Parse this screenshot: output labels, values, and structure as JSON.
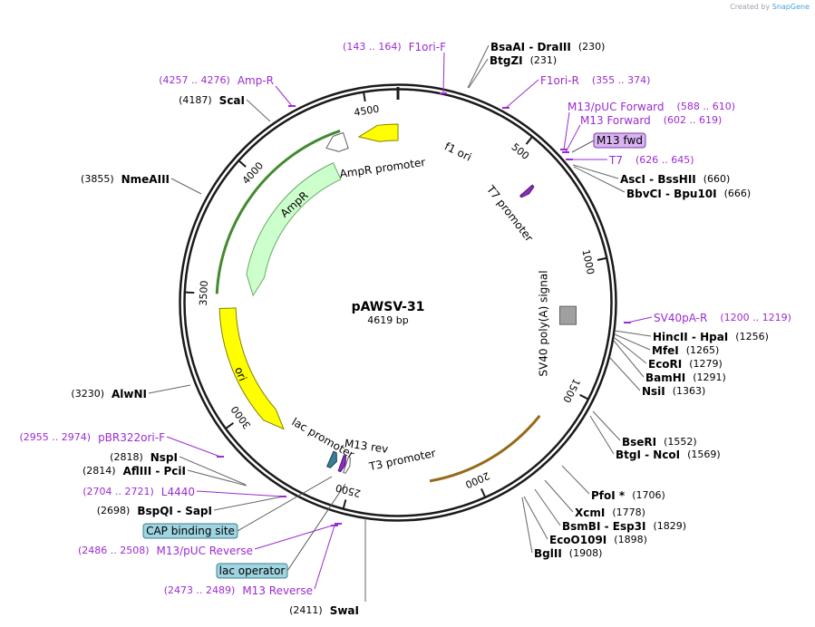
{
  "credit": {
    "prefix": "Created by",
    "brand": "SnapGene"
  },
  "plasmid": {
    "name": "pAWSV-31",
    "length_label": "4619 bp",
    "length": 4619
  },
  "ticks": [
    {
      "pos": 500,
      "label": "500"
    },
    {
      "pos": 1000,
      "label": "1000"
    },
    {
      "pos": 1500,
      "label": "1500"
    },
    {
      "pos": 2000,
      "label": "2000"
    },
    {
      "pos": 2500,
      "label": "2500"
    },
    {
      "pos": 3000,
      "label": "3000"
    },
    {
      "pos": 3500,
      "label": "3500"
    },
    {
      "pos": 4000,
      "label": "4000"
    },
    {
      "pos": 4500,
      "label": "4500"
    }
  ],
  "features": [
    {
      "name": "f1 ori",
      "start": 4449,
      "end": 4619,
      "dir": -1,
      "color": "#ffff00",
      "stroke": "#808000",
      "track": 1
    },
    {
      "name": "AmpR promoter",
      "start": 4300,
      "end": 4390,
      "dir": -1,
      "color": "#ffffff",
      "stroke": "#606060",
      "track": 1
    },
    {
      "name": "AmpR",
      "start": 3500,
      "end": 4300,
      "dir": -1,
      "color": "#ccffcc",
      "stroke": "#66aa66",
      "track": 2
    },
    {
      "name": "ori",
      "start": 2850,
      "end": 3440,
      "dir": -1,
      "color": "#ffff00",
      "stroke": "#808000",
      "track": 1
    },
    {
      "name": "lac promoter",
      "start": 2580,
      "end": 2610,
      "dir": -1,
      "color": "#3b7d96",
      "stroke": "#1d3f4c",
      "track": 1
    },
    {
      "name": "M13 rev",
      "start": 2540,
      "end": 2560,
      "dir": -1,
      "color": "#8b2cc9",
      "stroke": "#4a1070",
      "track": 1
    },
    {
      "name": "T3 promoter",
      "start": 2520,
      "end": 2538,
      "dir": -1,
      "color": "#ffffff",
      "stroke": "#606060",
      "track": 1
    },
    {
      "name": "T7 promoter",
      "start": 626,
      "end": 645,
      "dir": 1,
      "color": "#8b2cc9",
      "stroke": "#4a1070",
      "track": 1
    },
    {
      "name": "SV40 poly(A) signal",
      "start": 1150,
      "end": 1270,
      "dir": 0,
      "color": "#a0a0a0",
      "stroke": "#606060",
      "track": 1
    }
  ],
  "arc_features": [
    {
      "name": "AmpR-outer",
      "start": 3500,
      "end": 4380,
      "color": "#2e7d18"
    },
    {
      "name": "orange-segment",
      "start": 1650,
      "end": 2180,
      "color": "#8a5a00"
    }
  ],
  "sites": [
    {
      "label": "BsaAI  -  DraIII",
      "pos_label": "(230)"
    },
    {
      "label": "BtgZI",
      "pos_label": "(231)"
    },
    {
      "label": "AscI  -  BssHII",
      "pos_label": "(660)"
    },
    {
      "label": "BbvCI  -  Bpu10I",
      "pos_label": "(666)"
    },
    {
      "label": "HincII  -  HpaI",
      "pos_label": "(1256)"
    },
    {
      "label": "MfeI",
      "pos_label": "(1265)"
    },
    {
      "label": "EcoRI",
      "pos_label": "(1279)"
    },
    {
      "label": "BamHI",
      "pos_label": "(1291)"
    },
    {
      "label": "NsiI",
      "pos_label": "(1363)"
    },
    {
      "label": "BseRI",
      "pos_label": "(1552)"
    },
    {
      "label": "BtgI  -  NcoI",
      "pos_label": "(1569)"
    },
    {
      "label": "PfoI *",
      "pos_label": "(1706)"
    },
    {
      "label": "XcmI",
      "pos_label": "(1778)"
    },
    {
      "label": "BsmBI  -  Esp3I",
      "pos_label": "(1829)"
    },
    {
      "label": "EcoO109I",
      "pos_label": "(1898)"
    },
    {
      "label": "BglII",
      "pos_label": "(1908)"
    },
    {
      "label": "SwaI",
      "pos_label": "(2411)"
    },
    {
      "label": "BspQI  -  SapI",
      "pos_label": "(2698)"
    },
    {
      "label": "AflIII  -  PciI",
      "pos_label": "(2814)"
    },
    {
      "label": "NspI",
      "pos_label": "(2818)"
    },
    {
      "label": "AlwNI",
      "pos_label": "(3230)"
    },
    {
      "label": "NmeAIII",
      "pos_label": "(3855)"
    },
    {
      "label": "ScaI",
      "pos_label": "(4187)"
    }
  ],
  "primers": [
    {
      "label": "F1ori-F",
      "range": "(143 .. 164)"
    },
    {
      "label": "F1ori-R",
      "range": "(355 .. 374)"
    },
    {
      "label": "M13/pUC Forward",
      "range": "(588 .. 610)"
    },
    {
      "label": "M13 Forward",
      "range": "(602 .. 619)"
    },
    {
      "label": "T7",
      "range": "(626 .. 645)"
    },
    {
      "label": "SV40pA-R",
      "range": "(1200 .. 1219)"
    },
    {
      "label": "L4440",
      "range": "(2704 .. 2721)"
    },
    {
      "label": "pBR322ori-F",
      "range": "(2955 .. 2974)"
    },
    {
      "label": "M13/pUC Reverse",
      "range": "(2486 .. 2508)"
    },
    {
      "label": "M13 Reverse",
      "range": "(2473 .. 2489)"
    },
    {
      "label": "Amp-R",
      "range": "(4257 .. 4276)"
    }
  ],
  "boxes": [
    {
      "label": "M13 fwd",
      "fill": "#d9b3f2",
      "stroke": "#7a3ea8"
    },
    {
      "label": "CAP binding site",
      "fill": "#9fd4e0",
      "stroke": "#3f7f8f"
    },
    {
      "label": "lac operator",
      "fill": "#9fd4e0",
      "stroke": "#3f7f8f"
    }
  ],
  "colors": {
    "primer": "#9c2bd1",
    "site": "#000000",
    "backbone": "#1a1a1a"
  }
}
